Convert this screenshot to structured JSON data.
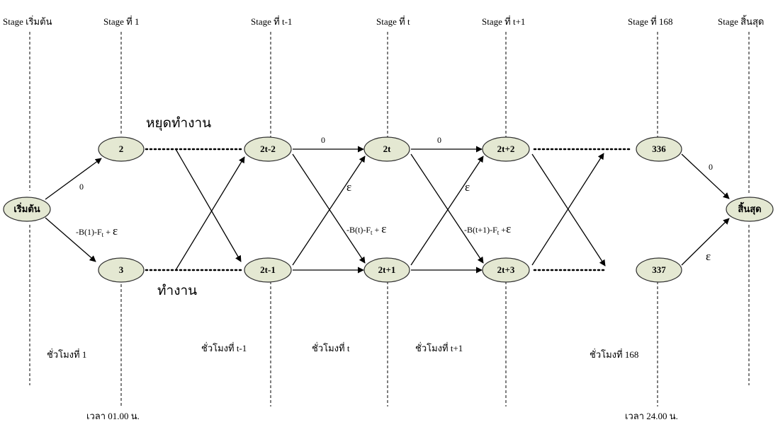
{
  "stages": {
    "start": "Stage เริ่มต้น",
    "s1": "Stage ที่ 1",
    "st_minus_1": "Stage ที่ t-1",
    "st": "Stage ที่ t",
    "st_plus_1": "Stage ที่ t+1",
    "s168": "Stage ที่  168",
    "end": "Stage สิ้นสุด"
  },
  "nodes": {
    "start": "เริ่มต้น",
    "n2": "2",
    "n3": "3",
    "n2t_minus_2": "2t-2",
    "n2t_minus_1": "2t-1",
    "n2t": "2t",
    "n2t_plus_1": "2t+1",
    "n2t_plus_2": "2t+2",
    "n2t_plus_3": "2t+3",
    "n336": "336",
    "n337": "337",
    "end": "สิ้นสุด"
  },
  "state_labels": {
    "stop": "หยุดทำงาน",
    "work": "ทำงาน"
  },
  "edge_labels": {
    "start_top": "0",
    "start_bottom_main": "-B(1)-F",
    "start_bottom_sub": "t",
    "start_bottom_plus": " + ",
    "mid1_top": "0",
    "mid1_eps": "ε",
    "mid1_bottom_main": "-B(t)-F",
    "mid1_bottom_sub": "t",
    "mid1_bottom_plus": " + ",
    "mid2_top": "0",
    "mid2_eps": "ε",
    "mid2_bottom_main": "-B(t+1)-F",
    "mid2_bottom_sub": "t",
    "mid2_bottom_plus": " +",
    "end_top": "0",
    "end_eps": "ε",
    "eps": "ε"
  },
  "hours": {
    "h1": "ชั่วโมงที่ 1",
    "ht_minus_1": "ชั่วโมงที่ t-1",
    "ht": "ชั่วโมงที่ t",
    "ht_plus_1": "ชั่วโมงที่ t+1",
    "h168": "ชั่วโมงที่ 168"
  },
  "times": {
    "t_first": "เวลา 01.00 น.",
    "t_last": "เวลา 24.00 น."
  },
  "colors": {
    "node_fill": "#e4e8d2",
    "node_stroke": "#2c2c2c",
    "line": "#000000"
  }
}
